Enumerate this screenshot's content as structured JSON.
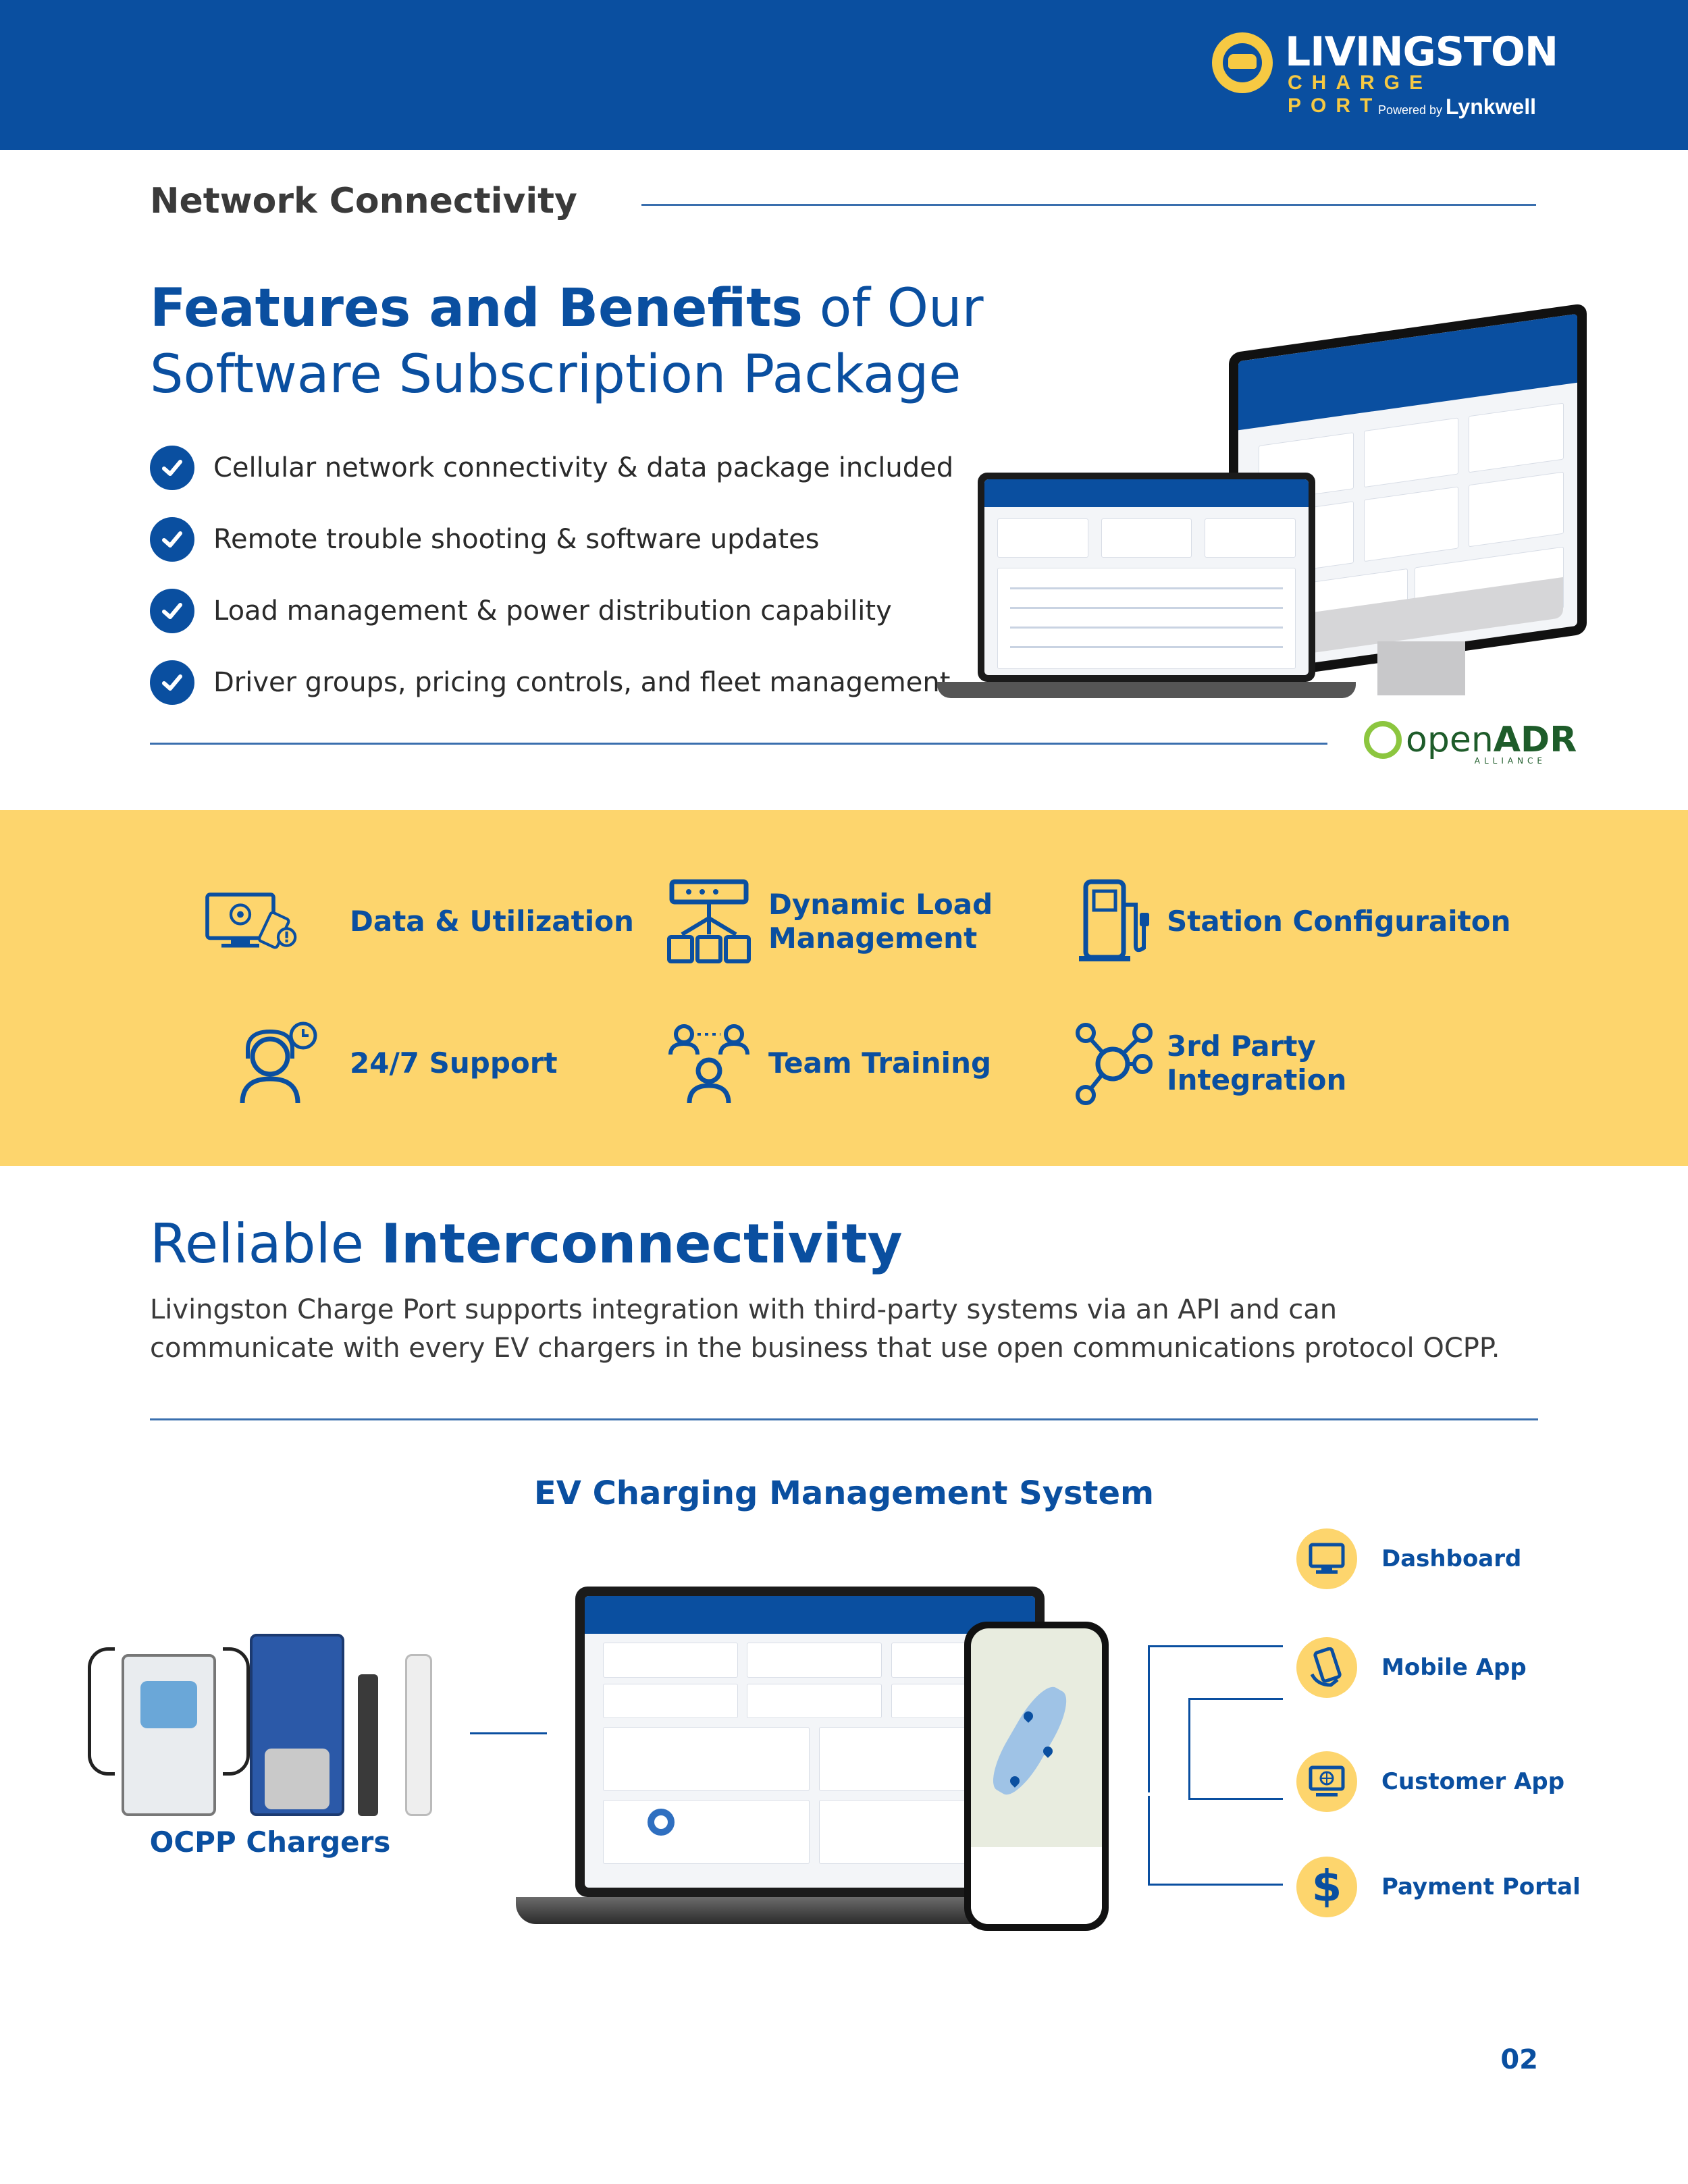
{
  "brand": {
    "name": "LIVINGSTON",
    "sub": "CHARGE PORT",
    "powered_by": "Powered by",
    "powered_brand": "Lynkwell"
  },
  "section1": {
    "kicker": "Network Connectivity",
    "headline_strong": "Features and Benefits",
    "headline_rest": " of Our",
    "headline_line2": "Software Subscription Package",
    "checklist": [
      "Cellular network connectivity & data package included",
      "Remote trouble shooting & software updates",
      "Load management & power distribution capability",
      "Driver groups, pricing controls, and fleet management"
    ],
    "partner": {
      "name_light": "open",
      "name_bold": "ADR",
      "sub": "ALLIANCE"
    }
  },
  "features": [
    {
      "label_line1": "Data & Utilization",
      "label_line2": "",
      "icon": "monitor-gear-icon"
    },
    {
      "label_line1": "Dynamic Load",
      "label_line2": "Management",
      "icon": "load-distribution-icon"
    },
    {
      "label_line1": "Station Configuraiton",
      "label_line2": "",
      "icon": "charging-station-icon"
    },
    {
      "label_line1": "24/7 Support",
      "label_line2": "",
      "icon": "support-agent-icon"
    },
    {
      "label_line1": "Team Training",
      "label_line2": "",
      "icon": "team-icon"
    },
    {
      "label_line1": "3rd Party",
      "label_line2": "Integration",
      "icon": "integration-nodes-icon"
    }
  ],
  "section2": {
    "title_light": "Reliable ",
    "title_strong": "Interconnectivity",
    "body": "Livingston Charge Port supports integration with third-party systems via an API and can communicate with every EV chargers in the business that use open communications protocol OCPP."
  },
  "diagram": {
    "title": "EV Charging Management System",
    "left_label": "OCPP Chargers",
    "outputs": [
      {
        "label": "Dashboard",
        "icon": "monitor-icon"
      },
      {
        "label": "Mobile App",
        "icon": "phone-hand-icon"
      },
      {
        "label": "Customer App",
        "icon": "globe-monitor-icon"
      },
      {
        "label": "Payment Portal",
        "icon": "dollar-icon"
      }
    ]
  },
  "page_number": "02",
  "colors": {
    "brand_blue": "#0a4fa0",
    "brand_yellow": "#fdd56d"
  }
}
